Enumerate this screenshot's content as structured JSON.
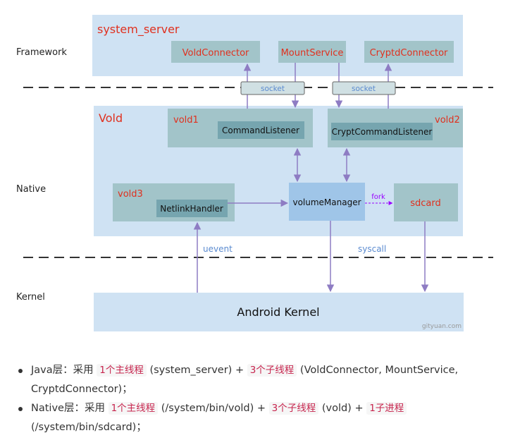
{
  "diagram": {
    "layers": {
      "framework": "Framework",
      "native": "Native",
      "kernel": "Kernel"
    },
    "system_server": {
      "title": "system_server",
      "components": [
        "VoldConnector",
        "MountService",
        "CryptdConnector"
      ]
    },
    "sockets": [
      "socket",
      "socket"
    ],
    "vold": {
      "title": "Vold",
      "vold1": {
        "label": "vold1",
        "inner": "CommandListener"
      },
      "vold2": {
        "label": "vold2",
        "inner": "CryptCommandListener"
      },
      "vold3": {
        "label": "vold3",
        "inner": "NetlinkHandler"
      },
      "volume_manager": "volumeManager",
      "sdcard": "sdcard",
      "fork_label": "fork"
    },
    "edge_labels": {
      "uevent": "uevent",
      "syscall": "syscall"
    },
    "kernel_box": "Android Kernel",
    "watermark": "gityuan.com"
  },
  "notes": {
    "item1": {
      "prefix": "Java层：采用 ",
      "code1": "1个主线程",
      "mid1": " (system_server) + ",
      "code2": "3个子线程",
      "suffix": " (VoldConnector, MountService, CryptdConnector)；"
    },
    "item2": {
      "prefix": "Native层：采用 ",
      "code1": "1个主线程",
      "mid1": " (/system/bin/vold) + ",
      "code2": "3个子线程",
      "mid2": " (vold) + ",
      "code3": "1子进程",
      "suffix": " (/system/bin/sdcard)；"
    }
  },
  "colors": {
    "region_fill": "#cfe2f3",
    "component_fill": "#a2c4c9",
    "socket_fill": "#d0e0e3",
    "volume_manager_fill": "#9fc5e8",
    "title_red": "#e0301e",
    "arrow_purple": "#8e7cc3",
    "fork_purple": "#9900ff",
    "code_red": "#c7254e"
  }
}
